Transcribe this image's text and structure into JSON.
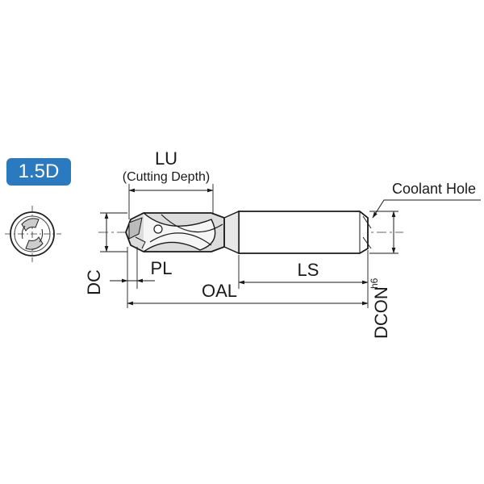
{
  "badge": {
    "label": "1.5D",
    "color": "#2a7ac0"
  },
  "dimensions": {
    "lu": "LU",
    "lu_note": "(Cutting Depth)",
    "coolant": "Coolant Hole",
    "pl": "PL",
    "ls": "LS",
    "oal": "OAL",
    "dc": "DC",
    "dcon": "DCON",
    "dcon_tol": "h6"
  }
}
